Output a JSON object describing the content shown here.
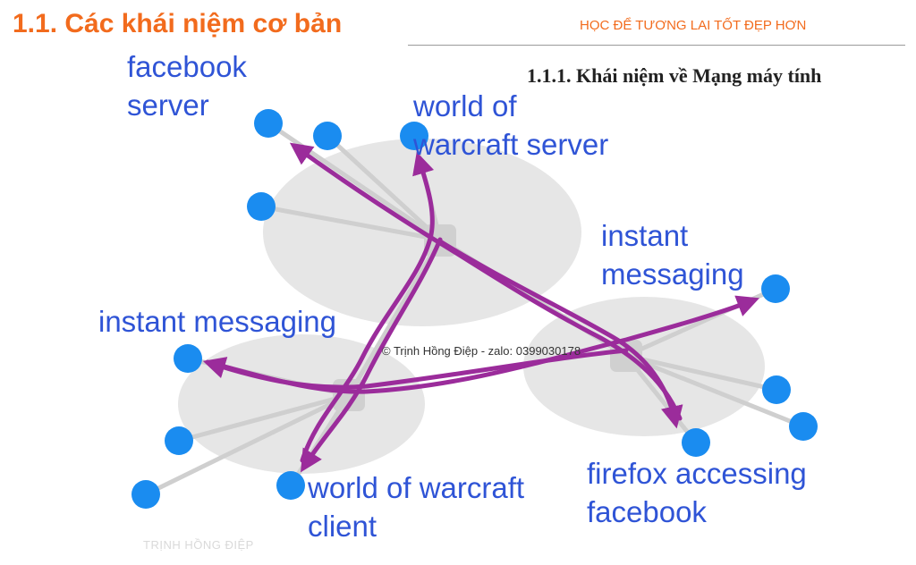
{
  "header": {
    "title": "1.1. Các khái niệm cơ bản",
    "tagline": "HỌC ĐỂ TƯƠNG LAI TỐT ĐẸP HƠN",
    "subtitle": "1.1.1. Khái niệm về Mạng máy tính"
  },
  "labels": {
    "facebook_server": "facebook\nserver",
    "wow_server": "world of\nwarcraft server",
    "im_right": "instant\nmessaging",
    "im_left": "instant messaging",
    "wow_client": "world of warcraft\nclient",
    "firefox": "firefox accessing\nfacebook"
  },
  "footer": {
    "copyright": "© Trịnh Hồng Điệp - zalo: 0399030178",
    "watermark": "TRỊNH HỒNG ĐIỆP"
  },
  "colors": {
    "orange": "#f26b1d",
    "label_blue": "#2f54d6",
    "node_blue": "#1a8cf0",
    "arrow_purple": "#9b2c9b",
    "cloud_gray": "#e6e6e6"
  }
}
